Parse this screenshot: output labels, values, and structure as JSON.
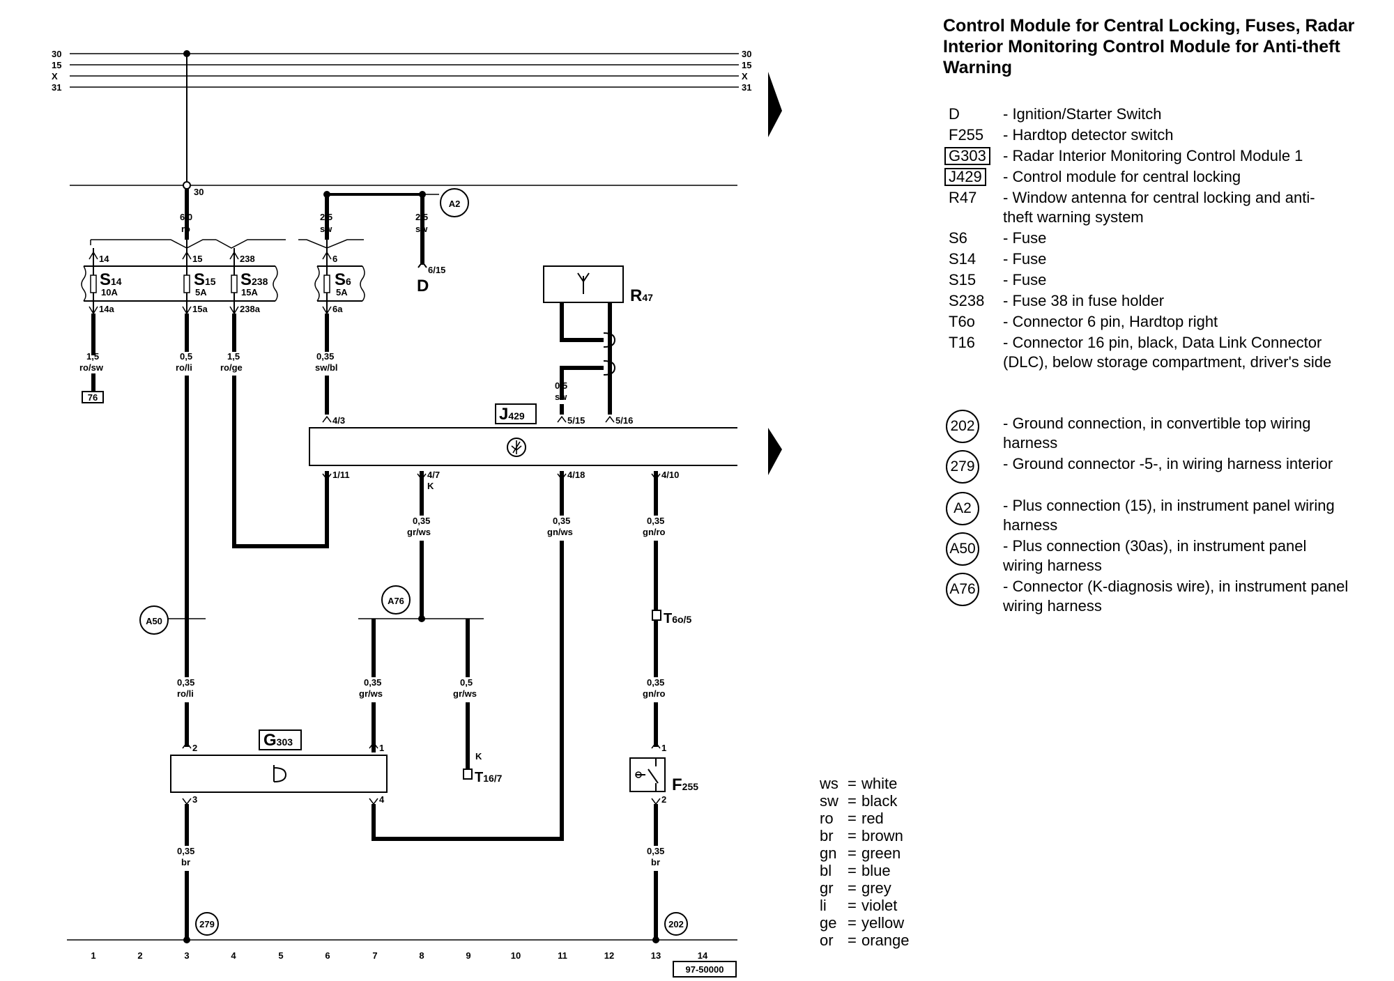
{
  "legend": {
    "title": "Control Module for Central Locking, Fuses, Radar Interior Monitoring Control Module for Anti-theft Warning",
    "items": [
      {
        "code": "D",
        "text": "- Ignition/Starter Switch",
        "style": "plain"
      },
      {
        "code": "F255",
        "text": "- Hardtop detector switch",
        "style": "plain"
      },
      {
        "code": "G303",
        "text": "- Radar Interior Monitoring Control Module 1",
        "style": "boxed"
      },
      {
        "code": "J429",
        "text": "- Control module for central locking",
        "style": "boxed"
      },
      {
        "code": "R47",
        "text": "- Window antenna for central locking and anti-theft warning system",
        "style": "plain"
      },
      {
        "code": "S6",
        "text": "- Fuse",
        "style": "plain"
      },
      {
        "code": "S14",
        "text": "- Fuse",
        "style": "plain"
      },
      {
        "code": "S15",
        "text": "- Fuse",
        "style": "plain"
      },
      {
        "code": "S238",
        "text": "- Fuse 38 in fuse holder",
        "style": "plain"
      },
      {
        "code": "T6o",
        "text": "- Connector 6 pin, Hardtop right",
        "style": "plain"
      },
      {
        "code": "T16",
        "text": "- Connector 16 pin, black, Data Link Connector (DLC), below storage compartment, driver's side",
        "style": "plain"
      },
      {
        "code": "202",
        "text": "- Ground connection, in convertible top wiring harness",
        "style": "circle"
      },
      {
        "code": "279",
        "text": "- Ground connector -5-, in wiring harness interior",
        "style": "circle"
      },
      {
        "code": "A2",
        "text": "- Plus connection (15), in instrument panel wiring harness",
        "style": "circle"
      },
      {
        "code": "A50",
        "text": "- Plus connection (30as), in instrument panel wiring harness",
        "style": "circle"
      },
      {
        "code": "A76",
        "text": "- Connector (K-diagnosis wire), in instrument panel wiring harness",
        "style": "circle"
      }
    ]
  },
  "color_codes": [
    {
      "code": "ws",
      "name": "white"
    },
    {
      "code": "sw",
      "name": "black"
    },
    {
      "code": "ro",
      "name": "red"
    },
    {
      "code": "br",
      "name": "brown"
    },
    {
      "code": "gn",
      "name": "green"
    },
    {
      "code": "bl",
      "name": "blue"
    },
    {
      "code": "gr",
      "name": "grey"
    },
    {
      "code": "li",
      "name": "violet"
    },
    {
      "code": "ge",
      "name": "yellow"
    },
    {
      "code": "or",
      "name": "orange"
    }
  ],
  "diagram": {
    "rails_left": [
      "30",
      "15",
      "X",
      "31"
    ],
    "rails_right": [
      "30",
      "15",
      "X",
      "31"
    ],
    "bottom_numbers": [
      "1",
      "2",
      "3",
      "4",
      "5",
      "6",
      "7",
      "8",
      "9",
      "10",
      "11",
      "12",
      "13",
      "14"
    ],
    "ref_number": "97-50000",
    "labels": {
      "t30": "30",
      "w_60": "6,0",
      "c_ro": "ro",
      "w_25a": "2,5",
      "c_swa": "sw",
      "w_25b": "2,5",
      "c_swb": "sw",
      "d_pin": "6/15",
      "d_label": "D",
      "f14": "14",
      "f15": "15",
      "f238": "238",
      "f6": "6",
      "s14": "S",
      "s14sub": "14",
      "s14a": "10A",
      "s15": "S",
      "s15sub": "15",
      "s15a": "5A",
      "s238": "S",
      "s238sub": "238",
      "s238a": "15A",
      "s6": "S",
      "s6sub": "6",
      "s6a": "5A",
      "f14a": "14a",
      "f15a": "15a",
      "f238a": "238a",
      "f6a": "6a",
      "w_15a": "1,5",
      "c_rosw": "ro/sw",
      "w_05a": "0,5",
      "c_roli": "ro/li",
      "w_15b": "1,5",
      "c_roge": "ro/ge",
      "w_035a": "0,35",
      "c_swbl": "sw/bl",
      "ref76": "76",
      "r47": "R",
      "r47sub": "47",
      "w_05r": "0,5",
      "c_swr": "sw",
      "j429": "J",
      "j429sub": "429",
      "p43": "4/3",
      "p515": "5/15",
      "p516": "5/16",
      "p111": "1/11",
      "p47": "4/7",
      "k1": "K",
      "p418": "4/18",
      "p410": "4/10",
      "w_035b": "0,35",
      "c_grws1": "gr/ws",
      "w_035c": "0,35",
      "c_gnws": "gn/ws",
      "w_035d": "0,35",
      "c_gnro1": "gn/ro",
      "a50": "A50",
      "a76": "A76",
      "a2": "A2",
      "t6o": "T",
      "t6osub": "6o/5",
      "w_035e": "0,35",
      "c_roli2": "ro/li",
      "w_035f": "0,35",
      "c_grws2": "gr/ws",
      "w_05b": "0,5",
      "c_grws3": "gr/ws",
      "w_035g": "0,35",
      "c_gnro2": "gn/ro",
      "g303": "G",
      "g303sub": "303",
      "gp2": "2",
      "gp1": "1",
      "gp3": "3",
      "gp4": "4",
      "k2": "K",
      "t16": "T",
      "t16sub": "16/7",
      "fp1": "1",
      "fp2": "2",
      "f255": "F",
      "f255sub": "255",
      "w_035h": "0,35",
      "c_br1": "br",
      "w_035i": "0,35",
      "c_br2": "br",
      "g279": "279",
      "g202": "202"
    }
  }
}
